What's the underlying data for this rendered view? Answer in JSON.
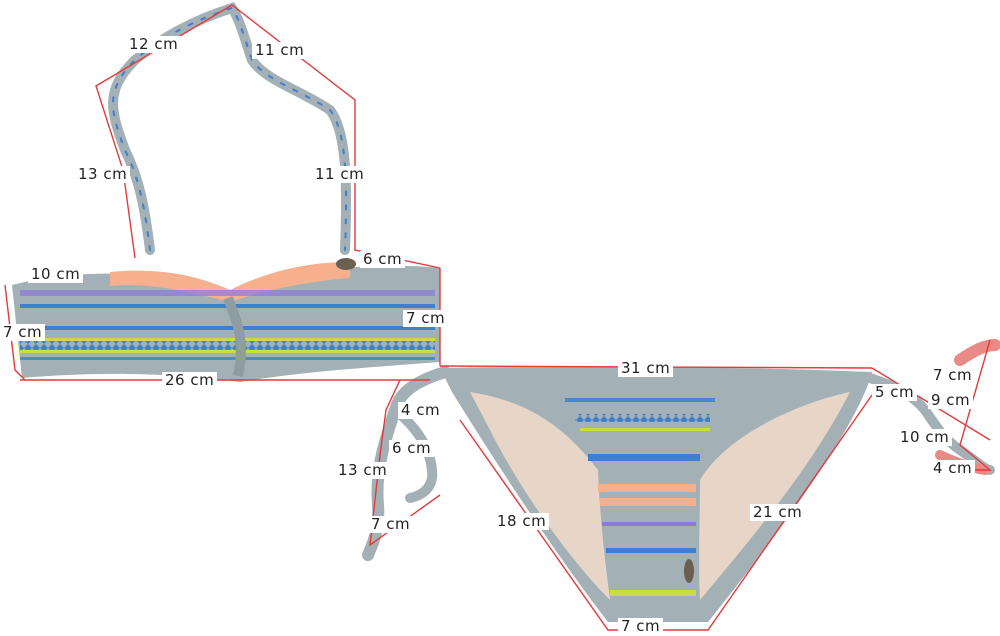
{
  "colors": {
    "fabric": "#a3b0b6",
    "fabric_dark": "#8e9ca3",
    "stripe_blue": "#3f7fd0",
    "stripe_lime": "#c9dc47",
    "stripe_peach": "#f6b08e",
    "stripe_purple": "#8a79d8",
    "lining": "#e7d6c8",
    "measure_line": "#e23b3b"
  },
  "labels": [
    {
      "id": "top-strap-left-upper",
      "text": "12 cm"
    },
    {
      "id": "top-strap-right-upper",
      "text": "11 cm"
    },
    {
      "id": "top-strap-left-lower",
      "text": "13 cm"
    },
    {
      "id": "top-strap-right-lower",
      "text": "11 cm"
    },
    {
      "id": "top-cup-left",
      "text": "10 cm"
    },
    {
      "id": "top-cup-right",
      "text": "6 cm"
    },
    {
      "id": "top-height-left",
      "text": "7 cm"
    },
    {
      "id": "top-height-right",
      "text": "7 cm"
    },
    {
      "id": "top-width",
      "text": "26 cm"
    },
    {
      "id": "bottom-waist",
      "text": "31 cm"
    },
    {
      "id": "bottom-side-right",
      "text": "7 cm"
    },
    {
      "id": "bottom-tie-right-1",
      "text": "5 cm"
    },
    {
      "id": "bottom-tie-right-2",
      "text": "9 cm"
    },
    {
      "id": "bottom-tie-right-3",
      "text": "10 cm"
    },
    {
      "id": "bottom-tie-right-4",
      "text": "4 cm"
    },
    {
      "id": "bottom-tie-left-1",
      "text": "4 cm"
    },
    {
      "id": "bottom-tie-left-2",
      "text": "6 cm"
    },
    {
      "id": "bottom-tie-left-3",
      "text": "13 cm"
    },
    {
      "id": "bottom-tie-left-4",
      "text": "7 cm"
    },
    {
      "id": "bottom-leg-left",
      "text": "18 cm"
    },
    {
      "id": "bottom-leg-right",
      "text": "21 cm"
    },
    {
      "id": "bottom-crotch",
      "text": "7 cm"
    }
  ]
}
